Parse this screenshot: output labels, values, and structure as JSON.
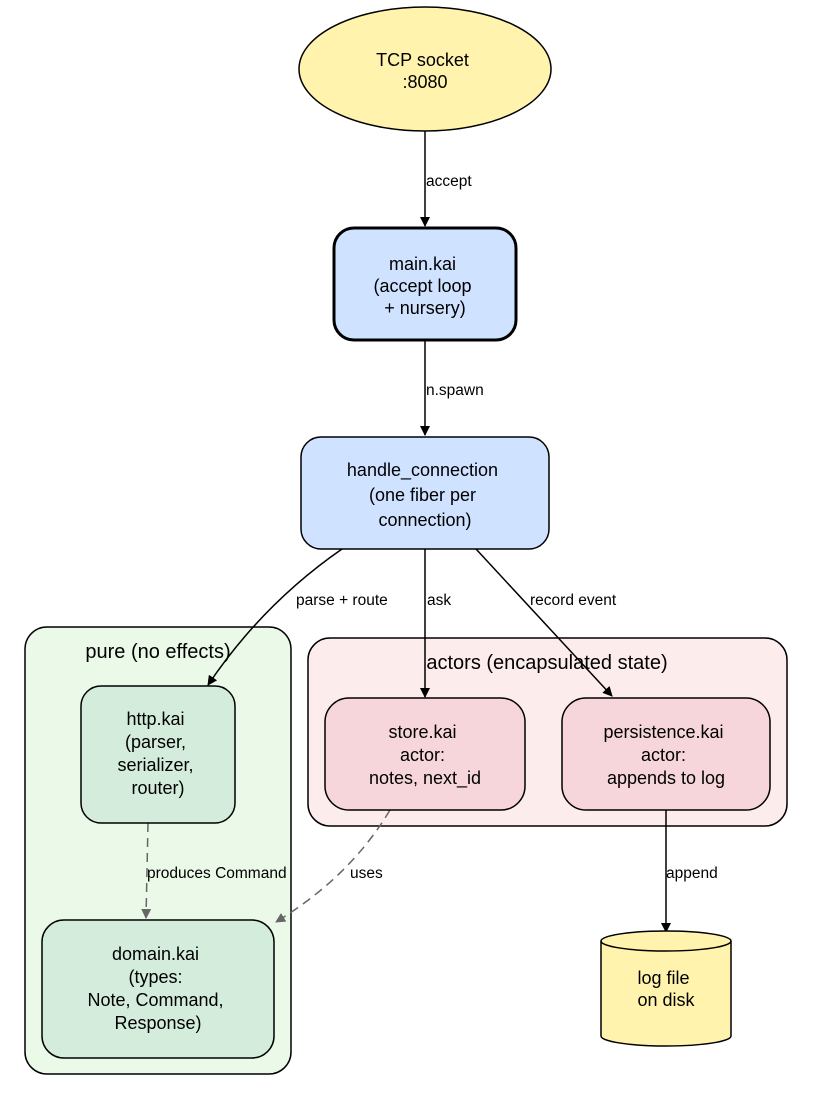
{
  "colors": {
    "yellow": "#fff3ad",
    "blue": "#cfe2ff",
    "green_node": "#d4ecdc",
    "green_cluster": "#eaf9e8",
    "pink_node": "#f6d6da",
    "pink_cluster": "#fdecec",
    "dashed_edge": "#666666"
  },
  "nodes": {
    "tcp_socket": {
      "lines": [
        "TCP socket",
        ":8080"
      ]
    },
    "main_kai": {
      "lines": [
        "main.kai",
        "(accept loop",
        "+ nursery)"
      ]
    },
    "handle_connection": {
      "lines": [
        "handle_connection",
        "(one fiber per",
        "connection)"
      ]
    },
    "http_kai": {
      "lines": [
        "http.kai",
        "(parser,",
        "serializer,",
        "router)"
      ]
    },
    "domain_kai": {
      "lines": [
        "domain.kai",
        "(types:",
        "Note, Command,",
        "Response)"
      ]
    },
    "store_kai": {
      "lines": [
        "store.kai",
        "actor:",
        "notes, next_id"
      ]
    },
    "persistence_kai": {
      "lines": [
        "persistence.kai",
        "actor:",
        "appends to log"
      ]
    },
    "log_file": {
      "lines": [
        "log file",
        "on disk"
      ]
    }
  },
  "clusters": {
    "pure": {
      "label": "pure (no effects)"
    },
    "actors": {
      "label": "actors (encapsulated state)"
    }
  },
  "edges": {
    "accept": "accept",
    "spawn": "n.spawn",
    "parse_route": "parse + route",
    "ask": "ask",
    "record_event": "record event",
    "produces": "produces Command",
    "uses": "uses",
    "append": "append"
  }
}
